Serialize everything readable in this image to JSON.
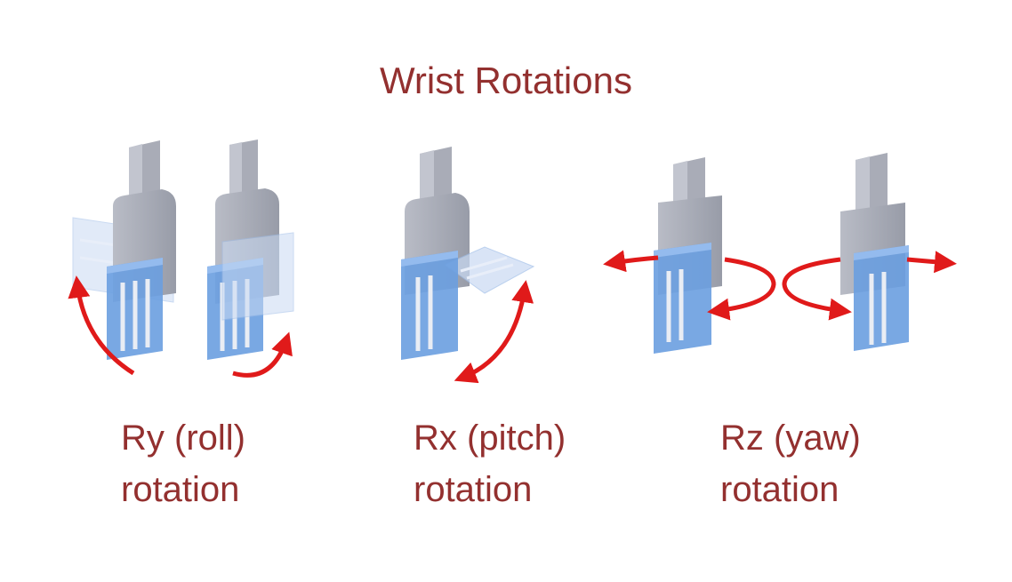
{
  "title": "Wrist Rotations",
  "panels": [
    {
      "id": "roll",
      "line1": "Ry (roll)",
      "line2": "rotation"
    },
    {
      "id": "pitch",
      "line1": "Rx (pitch)",
      "line2": "rotation"
    },
    {
      "id": "yaw",
      "line1": "Rz (yaw)",
      "line2": "rotation"
    }
  ],
  "colors": {
    "text": "#93302f",
    "arrow": "#e01a1a",
    "body": "#a7aab5",
    "plate": "#6a9ee0",
    "ghost": "#c9daf3"
  }
}
